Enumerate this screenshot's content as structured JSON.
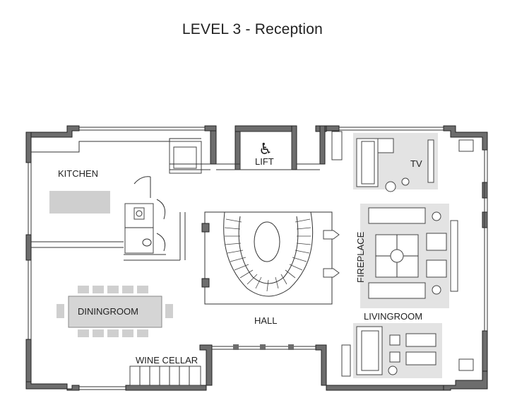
{
  "title": "LEVEL 3 - Reception",
  "rooms": {
    "kitchen": "KITCHEN",
    "lift": "LIFT",
    "tv": "TV",
    "fireplace": "FIREPLACE",
    "diningroom": "DININGROOM",
    "hall": "HALL",
    "livingroom": "LIVINGROOM",
    "wine_cellar": "WINE CELLAR"
  },
  "icons": {
    "lift_symbol": "wheelchair-icon"
  },
  "colors": {
    "wall": "#6d6d6d",
    "furniture_fill": "#cfcfcf",
    "area_rug": "#e3e3e3",
    "line": "#333333"
  }
}
